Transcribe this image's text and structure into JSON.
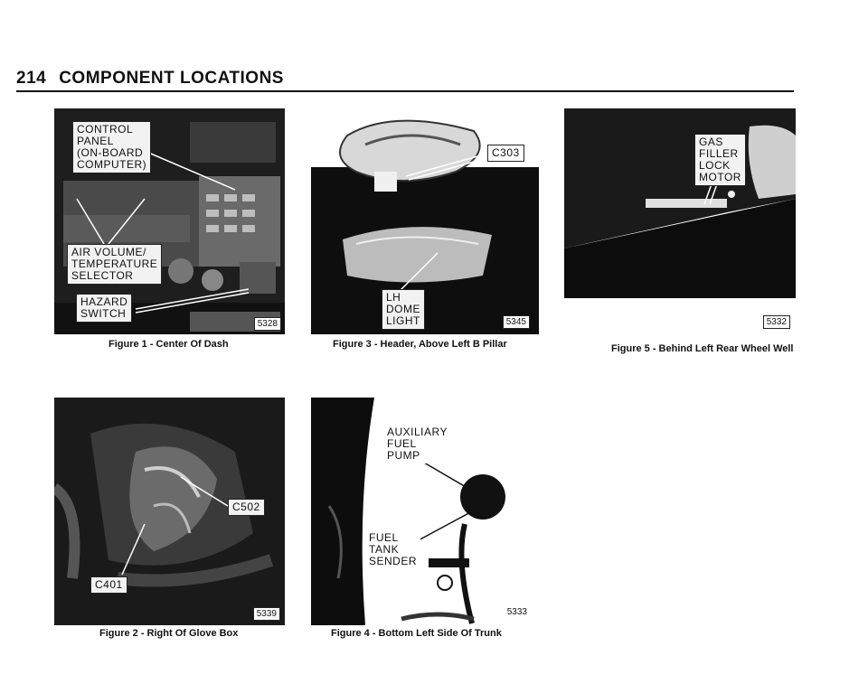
{
  "header": {
    "page_number": "214",
    "title": "COMPONENT LOCATIONS"
  },
  "figures": [
    {
      "caption": "Figure 1 - Center Of Dash",
      "photo_number": "5328",
      "callouts": [
        "CONTROL\nPANEL\n(ON-BOARD\nCOMPUTER)",
        "AIR VOLUME/\nTEMPERATURE\nSELECTOR",
        "HAZARD\nSWITCH"
      ]
    },
    {
      "caption": "Figure 2 - Right Of Glove Box",
      "photo_number": "5339",
      "callouts": [
        "C502",
        "C401"
      ]
    },
    {
      "caption": "Figure 3 - Header, Above Left B Pillar",
      "photo_number": "5345",
      "callouts": [
        "C303",
        "LH\nDOME\nLIGHT"
      ]
    },
    {
      "caption": "Figure 4 - Bottom Left Side Of Trunk",
      "photo_number": "5333",
      "callouts": [
        "AUXILIARY\nFUEL\nPUMP",
        "FUEL\nTANK\nSENDER"
      ]
    },
    {
      "caption": "Figure 5 - Behind Left Rear Wheel Well",
      "photo_number": "5332",
      "callouts": [
        "GAS\nFILLER\nLOCK\nMOTOR"
      ]
    }
  ]
}
